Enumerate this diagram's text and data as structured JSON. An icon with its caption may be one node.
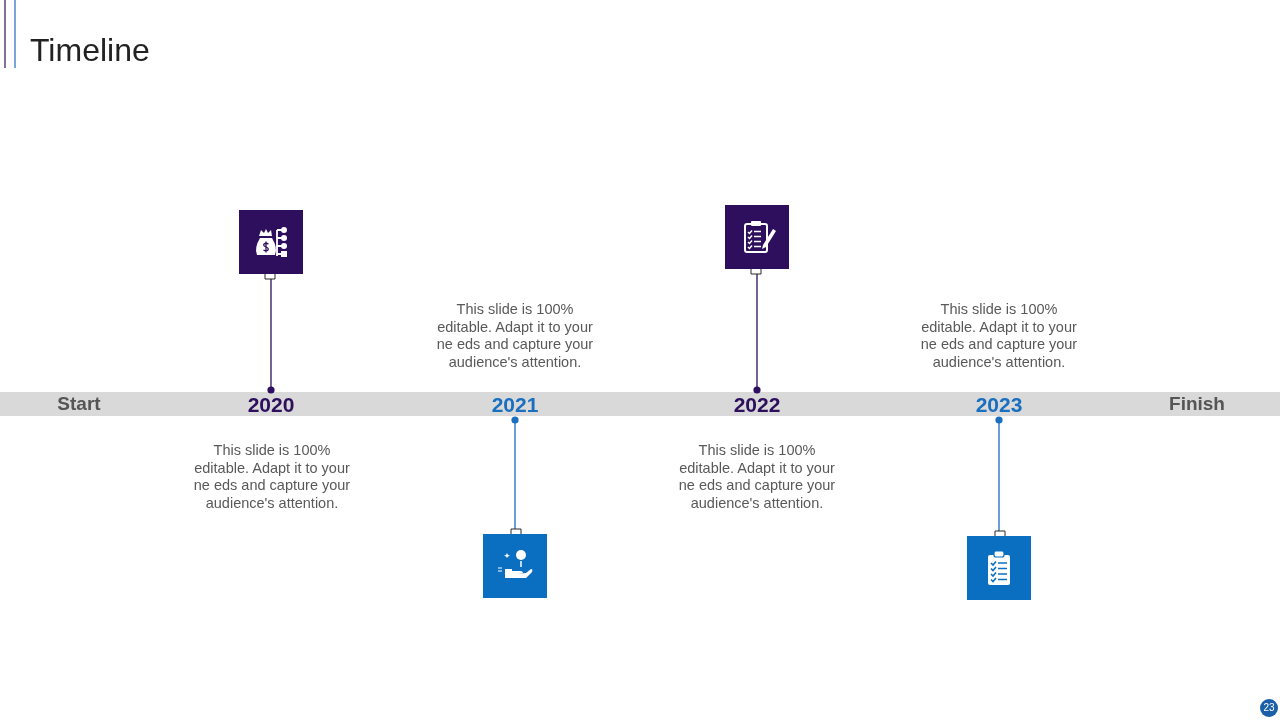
{
  "diagram": {
    "title": "Timeline",
    "nodes": [
      {
        "text": [],
        "shape": "box"
      },
      {
        "text": [
          "2020"
        ]
      },
      {
        "text": [
          "2021"
        ]
      },
      {
        "text": [],
        "shape": "box"
      },
      {
        "text": [],
        "shape": "box"
      },
      {
        "text": [
          "2022"
        ]
      },
      {
        "text": [
          "2023"
        ]
      },
      {
        "text": [],
        "shape": "box"
      }
    ],
    "edges": [
      {
        "from": 0,
        "to": 1,
        "arrow": "other",
        "color": "#2e0f5e"
      },
      {
        "from": 3,
        "to": 2,
        "arrow": "other",
        "color": "#1a6fbf"
      },
      {
        "from": 4,
        "to": 5,
        "arrow": "other",
        "color": "#2e0f5e"
      },
      {
        "from": 7,
        "to": 6,
        "arrow": "other",
        "color": "#1a6fbf"
      }
    ],
    "labels": [
      "This slide is 100% editable. Adapt it to your ne eds and capture your audience's attention.",
      "This slide is 100% editable. Adapt it to your ne eds and capture your audience's attention.",
      "Start",
      "Finish",
      "This slide is 100% editable. Adapt it to your ne eds and capture your audience's attention.",
      "This slide is 100% editable. Adapt it to your ne eds and capture your audience's attention.",
      "23"
    ]
  }
}
